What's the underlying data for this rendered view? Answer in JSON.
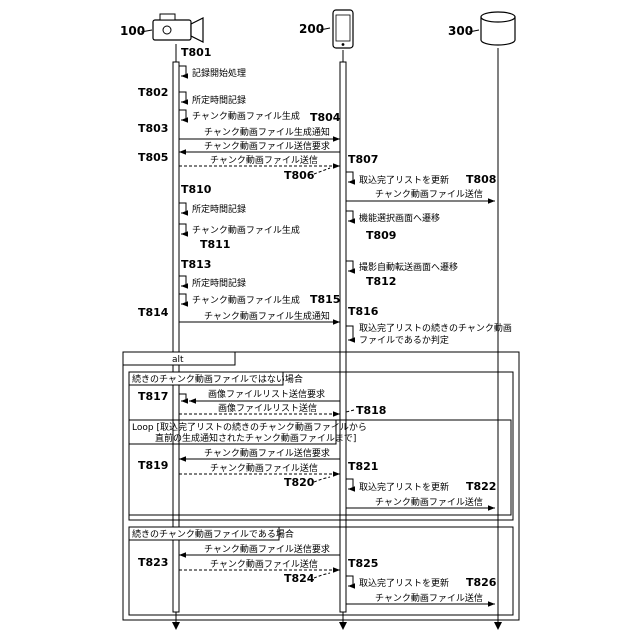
{
  "entities": [
    {
      "id": "100",
      "icon": "video-camera-icon"
    },
    {
      "id": "200",
      "icon": "smartphone-icon"
    },
    {
      "id": "300",
      "icon": "database-icon"
    }
  ],
  "steps": {
    "T801": "T801",
    "T802": "T802",
    "T803": "T803",
    "T804": "T804",
    "T805": "T805",
    "T806": "T806",
    "T807": "T807",
    "T808": "T808",
    "T809": "T809",
    "T810": "T810",
    "T811": "T811",
    "T812": "T812",
    "T813": "T813",
    "T814": "T814",
    "T815": "T815",
    "T816": "T816",
    "T817": "T817",
    "T818": "T818",
    "T819": "T819",
    "T820": "T820",
    "T821": "T821",
    "T822": "T822",
    "T823": "T823",
    "T824": "T824",
    "T825": "T825",
    "T826": "T826"
  },
  "labels": {
    "rec_start": "記録開始処理",
    "rec_time": "所定時間記録",
    "chunk_gen": "チャンク動画ファイル生成",
    "chunk_gen_notice": "チャンク動画ファイル生成通知",
    "chunk_send_req": "チャンク動画ファイル送信要求",
    "chunk_send": "チャンク動画ファイル送信",
    "list_update": "取込完了リストを更新",
    "func_select": "機能選択画面へ遷移",
    "auto_transfer": "撮影自動転送画面へ遷移",
    "judge_line1": "取込完了リストの続きのチャンク動画",
    "judge_line2": "ファイルであるか判定",
    "img_list_req": "画像ファイルリスト送信要求",
    "img_list_send": "画像ファイルリスト送信"
  },
  "frames": {
    "alt": "alt",
    "case1": "続きのチャンク動画ファイルではない場合",
    "loop_line1": "Loop [取込完了リストの続きのチャンク動画ファイルから",
    "loop_line2": "直前の生成通知されたチャンク動画ファイルまで]",
    "case2": "続きのチャンク動画ファイルである場合"
  }
}
